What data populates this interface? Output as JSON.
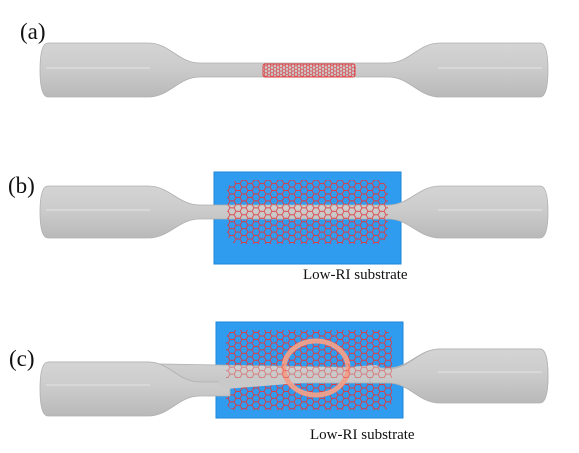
{
  "panels": [
    {
      "label": "(a)",
      "substrate_caption": ""
    },
    {
      "label": "(b)",
      "substrate_caption": "Low-RI substrate"
    },
    {
      "label": "(c)",
      "substrate_caption": "Low-RI substrate"
    }
  ],
  "colors": {
    "fiber": "#c8c8c8",
    "fiber_edge": "#b4b4b4",
    "fiber_highlight": "#dedede",
    "substrate": "#2f9cf0",
    "substrate_edge": "#1f86d6",
    "graphene": "#e0393e",
    "ring": "#f0a08a"
  }
}
